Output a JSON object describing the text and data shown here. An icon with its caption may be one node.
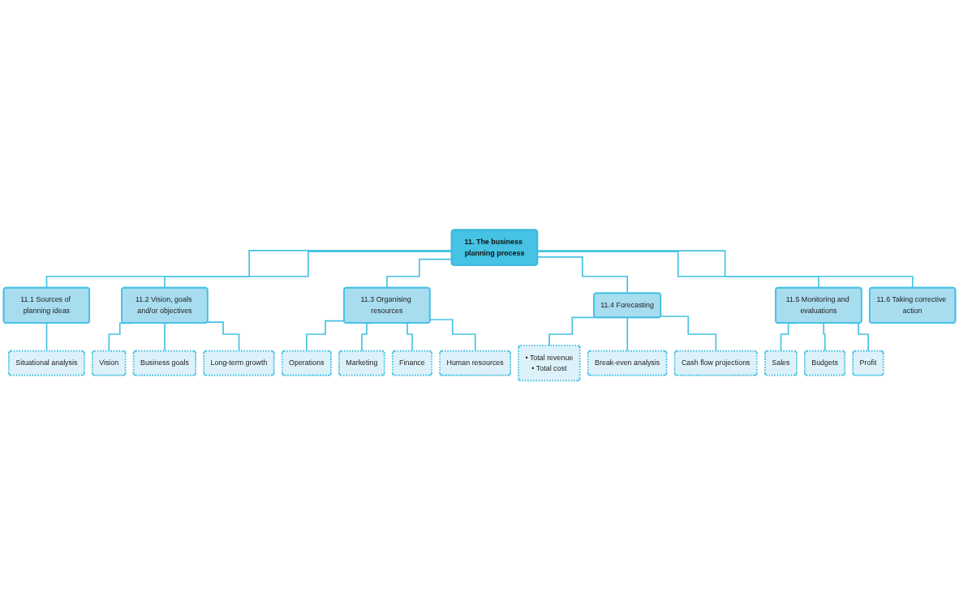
{
  "diagram": {
    "nodes": [
      {
        "text": [
          "11. The business planning process"
        ]
      },
      {
        "text": [
          "11.1 Sources of planning ideas"
        ]
      },
      {
        "text": [
          "Situational analysis"
        ]
      },
      {
        "text": [
          "11.2 Vision, goals and/or objectives"
        ]
      },
      {
        "text": [
          "Vision"
        ]
      },
      {
        "text": [
          "Business goals"
        ]
      },
      {
        "text": [
          "Long-term growth"
        ]
      },
      {
        "text": [
          "11.3 Organising resources"
        ]
      },
      {
        "text": [
          "Operations"
        ]
      },
      {
        "text": [
          "Marketing"
        ]
      },
      {
        "text": [
          "Finance"
        ]
      },
      {
        "text": [
          "Human resources"
        ]
      },
      {
        "text": [
          "11.4 Forecasting"
        ]
      },
      {
        "text": [
          "• Total revenue",
          "• Total cost"
        ]
      },
      {
        "text": [
          "Break-even analysis"
        ]
      },
      {
        "text": [
          "Cash flow projections"
        ]
      },
      {
        "text": [
          "11.5 Monitoring and evaluations"
        ]
      },
      {
        "text": [
          "Sales"
        ]
      },
      {
        "text": [
          "Budgets"
        ]
      },
      {
        "text": [
          "Profit"
        ]
      },
      {
        "text": [
          "11.6 Taking corrective action"
        ]
      }
    ],
    "edges": [
      {
        "from": 0,
        "to": 1,
        "arrow": "none"
      },
      {
        "from": 1,
        "to": 2,
        "arrow": "none"
      },
      {
        "from": 0,
        "to": 3,
        "arrow": "none"
      },
      {
        "from": 3,
        "to": 4,
        "arrow": "none"
      },
      {
        "from": 3,
        "to": 5,
        "arrow": "none"
      },
      {
        "from": 3,
        "to": 6,
        "arrow": "none"
      },
      {
        "from": 0,
        "to": 7,
        "arrow": "none"
      },
      {
        "from": 7,
        "to": 8,
        "arrow": "none"
      },
      {
        "from": 7,
        "to": 9,
        "arrow": "none"
      },
      {
        "from": 7,
        "to": 10,
        "arrow": "none"
      },
      {
        "from": 7,
        "to": 11,
        "arrow": "none"
      },
      {
        "from": 0,
        "to": 12,
        "arrow": "none"
      },
      {
        "from": 12,
        "to": 13,
        "arrow": "none"
      },
      {
        "from": 12,
        "to": 14,
        "arrow": "none"
      },
      {
        "from": 12,
        "to": 15,
        "arrow": "none"
      },
      {
        "from": 0,
        "to": 16,
        "arrow": "none"
      },
      {
        "from": 16,
        "to": 17,
        "arrow": "none"
      },
      {
        "from": 16,
        "to": 18,
        "arrow": "none"
      },
      {
        "from": 16,
        "to": 19,
        "arrow": "none"
      },
      {
        "from": 0,
        "to": 20,
        "arrow": "none"
      }
    ]
  }
}
